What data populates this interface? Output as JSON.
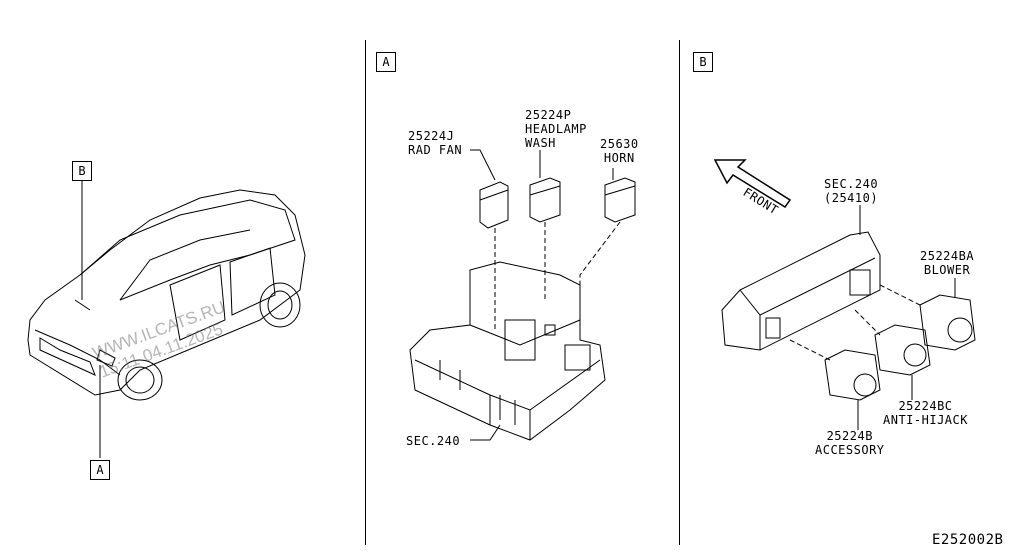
{
  "diagram_id": "E252002B",
  "callouts": {
    "a": "A",
    "b": "B"
  },
  "watermark": {
    "line1": "WWW.ILCATS.RU",
    "line2": "15:11 04.11.2025"
  },
  "panel_a": {
    "tag": "A",
    "parts": [
      {
        "num": "25224J",
        "name": "RAD FAN"
      },
      {
        "num": "25224P",
        "name": "HEADLAMP\nWASH"
      },
      {
        "num": "25630",
        "name": "HORN"
      }
    ],
    "section": "SEC.240"
  },
  "panel_b": {
    "tag": "B",
    "front": "FRONT",
    "section": "SEC.240\n(25410)",
    "parts": [
      {
        "num": "25224BA",
        "name": "BLOWER"
      },
      {
        "num": "25224BC",
        "name": "ANTI-HIJACK"
      },
      {
        "num": "25224B",
        "name": "ACCESSORY"
      }
    ]
  }
}
